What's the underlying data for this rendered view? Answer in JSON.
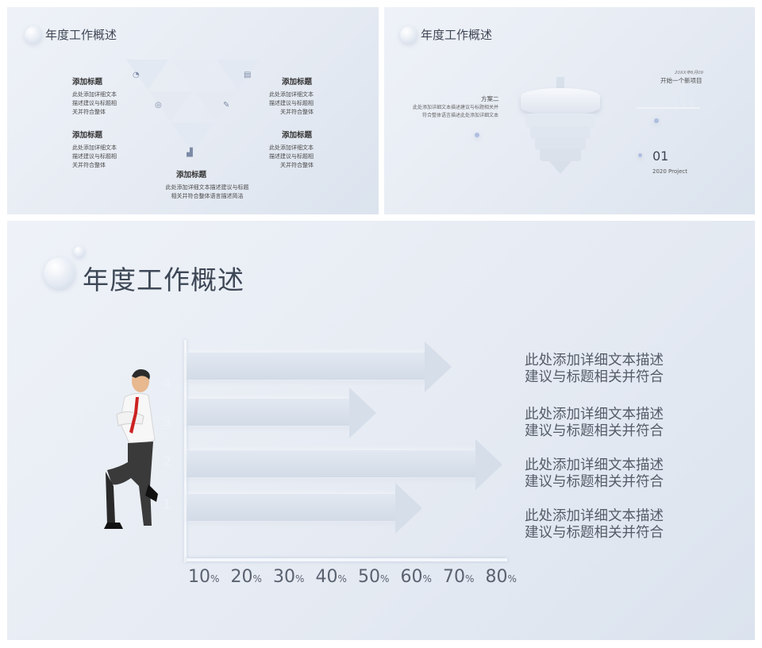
{
  "slide1": {
    "title": "年度工作概述",
    "blocks": [
      {
        "heading": "添加标题",
        "lines": [
          "此处添加详细文本",
          "描述建议与标题相",
          "关并符合整体"
        ]
      },
      {
        "heading": "添加标题",
        "lines": [
          "此处添加详细文本",
          "描述建议与标题相",
          "关并符合整体"
        ]
      },
      {
        "heading": "添加标题",
        "lines": [
          "此处添加详细文本",
          "描述建议与标题相",
          "关并符合整体"
        ]
      },
      {
        "heading": "添加标题",
        "lines": [
          "此处添加详细文本",
          "描述建议与标题相",
          "关并符合整体"
        ]
      }
    ],
    "bottom": {
      "heading": "添加标题",
      "lines": [
        "此处添加详细文本描述建议与标题",
        "相关并符合整体语言描述简洁"
      ]
    }
  },
  "slide2": {
    "title": "年度工作概述",
    "left_heading": "方案二",
    "left_lines": [
      "此处添加详细文本描述建议与标题相关并",
      "符合整体语言描述此处添加详细文本"
    ],
    "date": "20XX年6月09",
    "right_heading": "开始一个新项目",
    "number": "01",
    "project": "2020 Project"
  },
  "slide3": {
    "title": "年度工作概述",
    "descriptions": [
      [
        "此处添加详细文本描述",
        "建议与标题相关并符合"
      ],
      [
        "此处添加详细文本描述",
        "建议与标题相关并符合"
      ],
      [
        "此处添加详细文本描述",
        "建议与标题相关并符合"
      ],
      [
        "此处添加详细文本描述",
        "建议与标题相关并符合"
      ]
    ],
    "y_labels": [
      "4",
      "3",
      "2",
      "1"
    ],
    "x_ticks": [
      {
        "num": "10",
        "unit": "%"
      },
      {
        "num": "20",
        "unit": "%"
      },
      {
        "num": "30",
        "unit": "%"
      },
      {
        "num": "40",
        "unit": "%"
      },
      {
        "num": "50",
        "unit": "%"
      },
      {
        "num": "60",
        "unit": "%"
      },
      {
        "num": "70",
        "unit": "%"
      },
      {
        "num": "80",
        "unit": "%"
      }
    ],
    "bar_values_percent": [
      63,
      45,
      75,
      56
    ]
  }
}
